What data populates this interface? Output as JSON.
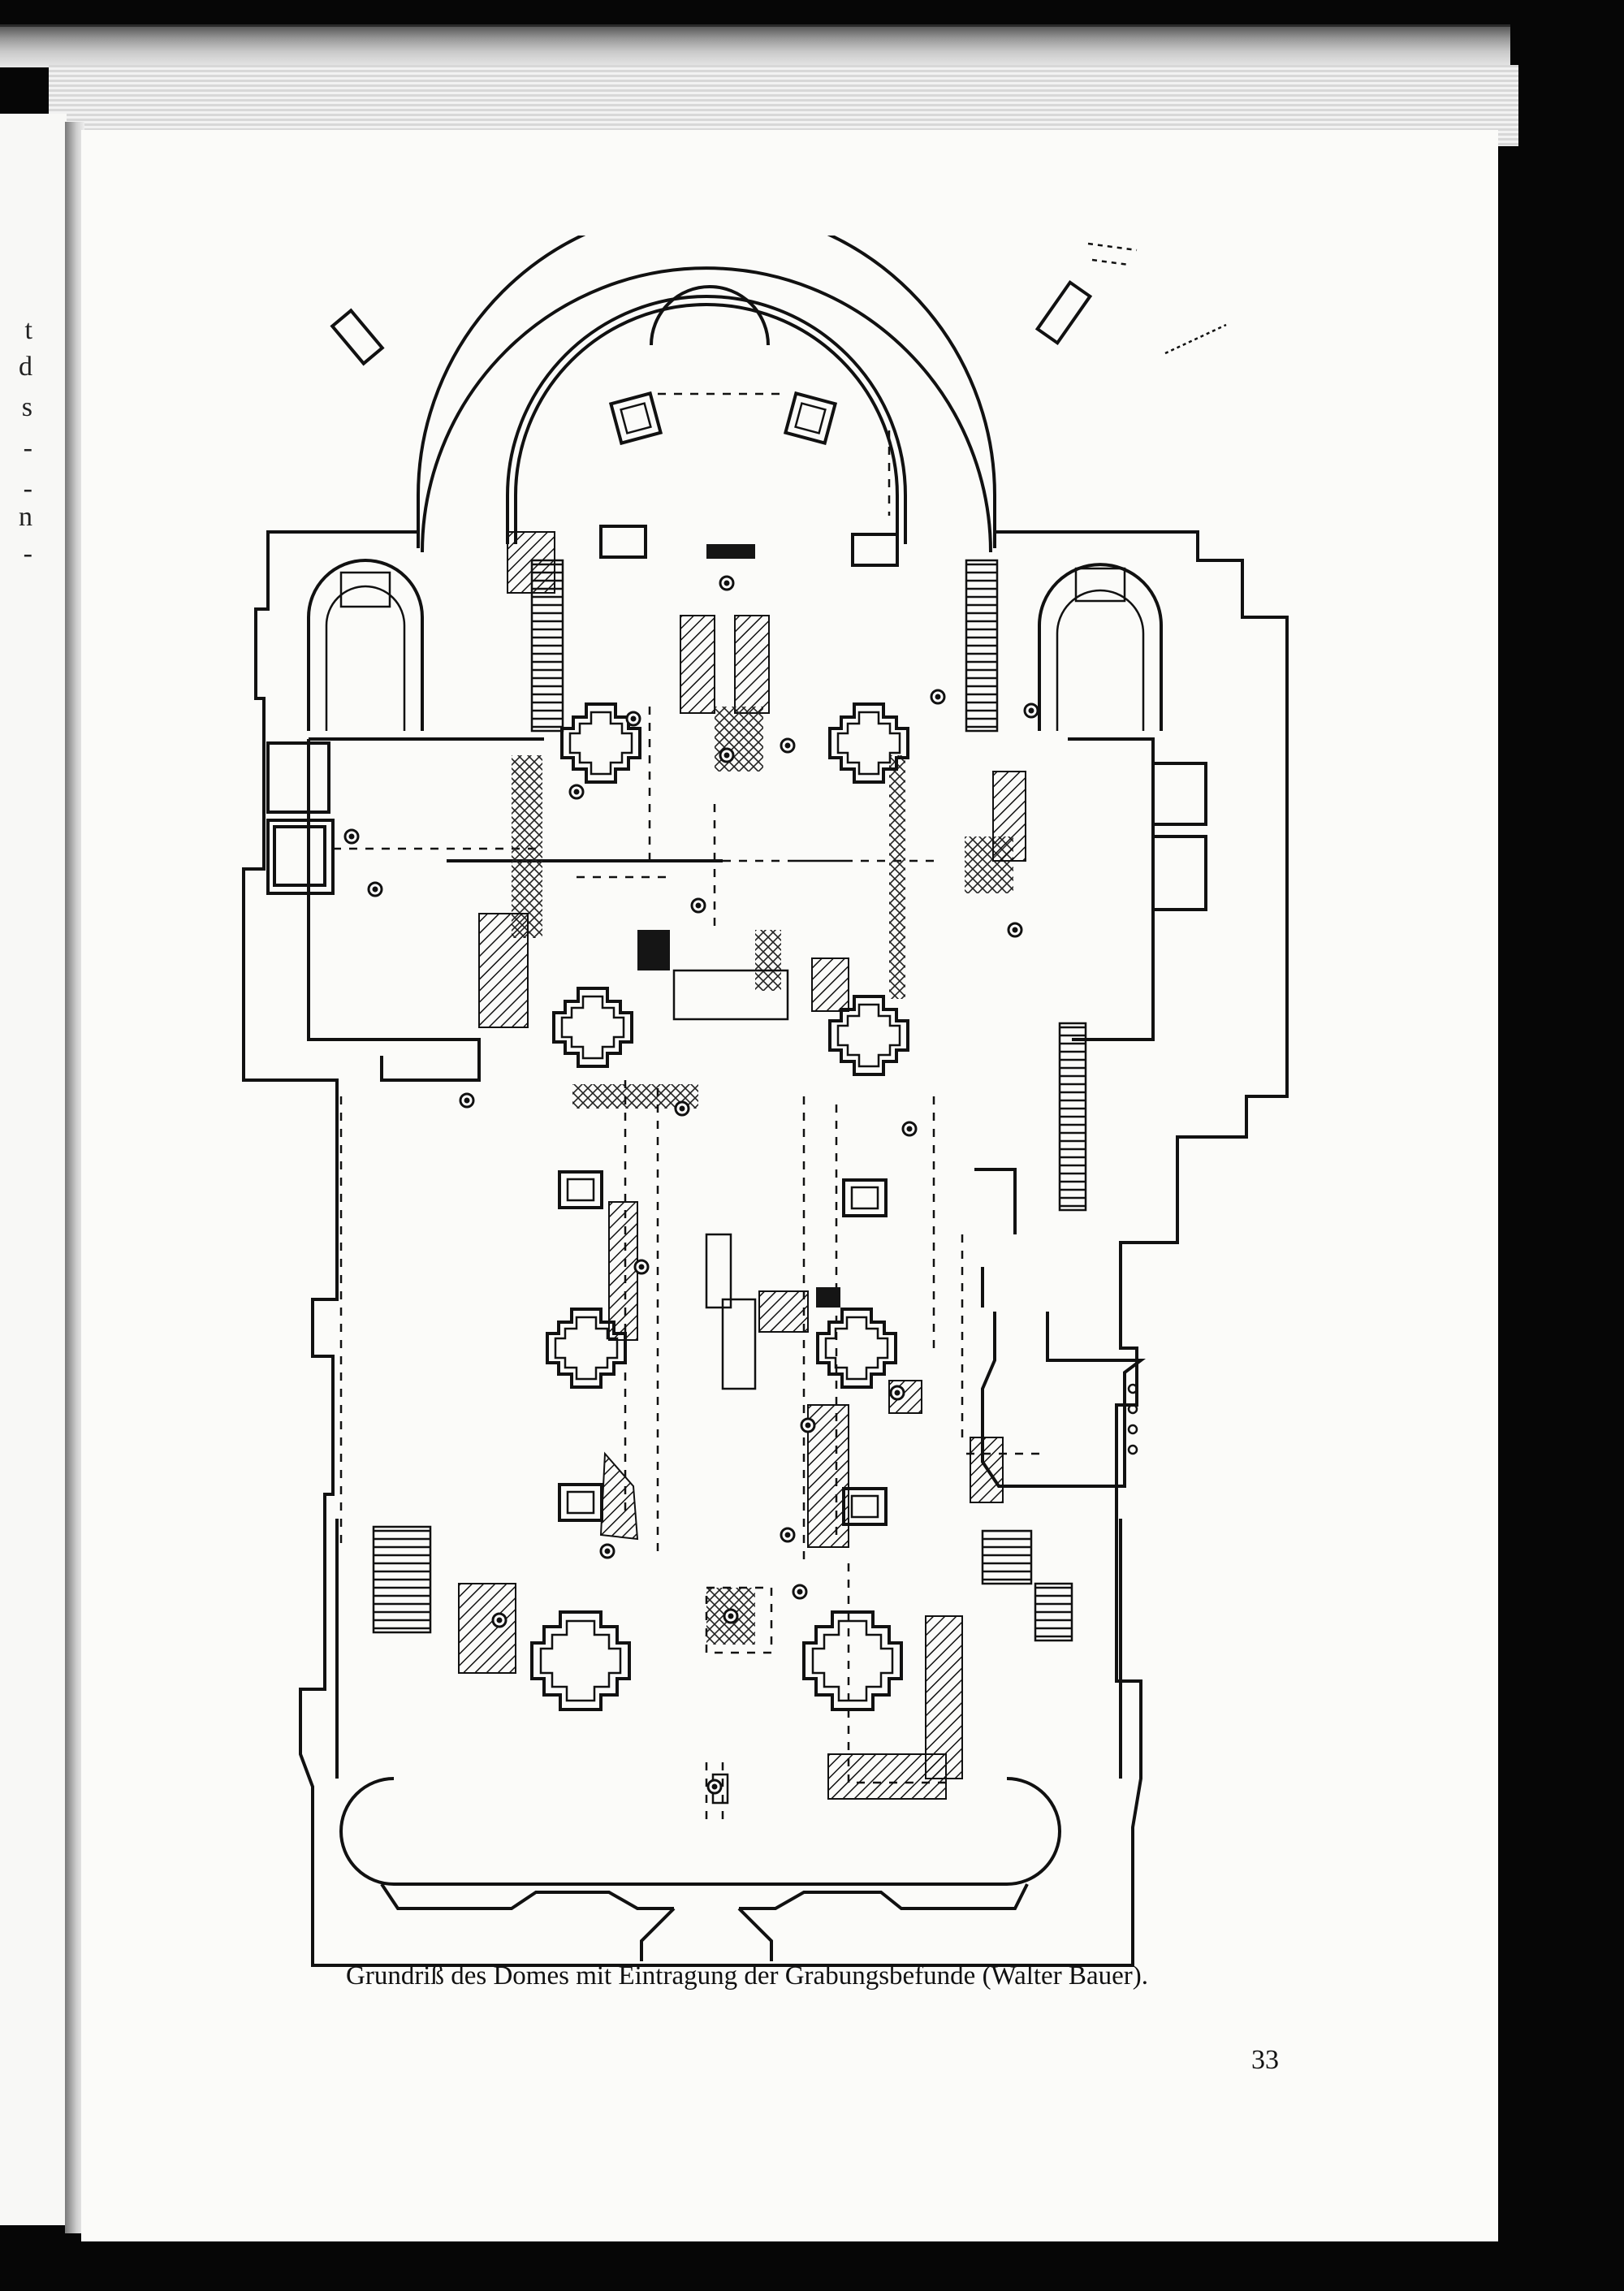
{
  "document": {
    "caption": "Grundriß des Domes mit Eintragung der Grabungsbefunde (Walter Bauer).",
    "page_number": "33"
  },
  "left_page_fragments": [
    "t",
    "d",
    "s",
    "-",
    "-",
    "n",
    "-"
  ]
}
